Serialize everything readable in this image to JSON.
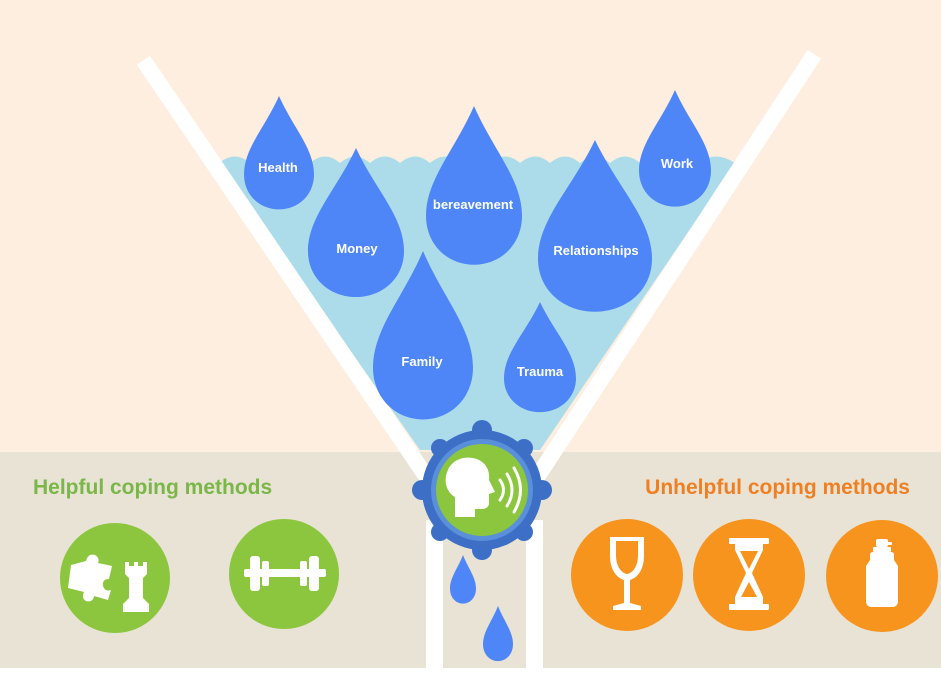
{
  "stressors": [
    {
      "id": "health",
      "label": "Health"
    },
    {
      "id": "money",
      "label": "Money"
    },
    {
      "id": "bereavement",
      "label": "bereavement"
    },
    {
      "id": "relationships",
      "label": "Relationships"
    },
    {
      "id": "work",
      "label": "Work"
    },
    {
      "id": "family",
      "label": "Family"
    },
    {
      "id": "trauma",
      "label": "Trauma"
    }
  ],
  "helpful": {
    "title": "Helpful coping methods",
    "items": [
      {
        "icon": "puzzle-chess-icon"
      },
      {
        "icon": "dumbbell-icon"
      }
    ]
  },
  "unhelpful": {
    "title": "Unhelpful coping methods",
    "items": [
      {
        "icon": "wine-glass-icon"
      },
      {
        "icon": "hourglass-icon"
      },
      {
        "icon": "water-bottle-icon"
      }
    ]
  },
  "center": {
    "icon": "talking-head-icon"
  },
  "colors": {
    "background_top": "#fdeee0",
    "background_bottom": "#e8e3d5",
    "water": "#acdcea",
    "drop": "#4f86f7",
    "helpful": "#8cc63f",
    "unhelpful": "#f7941d",
    "valve_ring": "#3d6fc6"
  }
}
